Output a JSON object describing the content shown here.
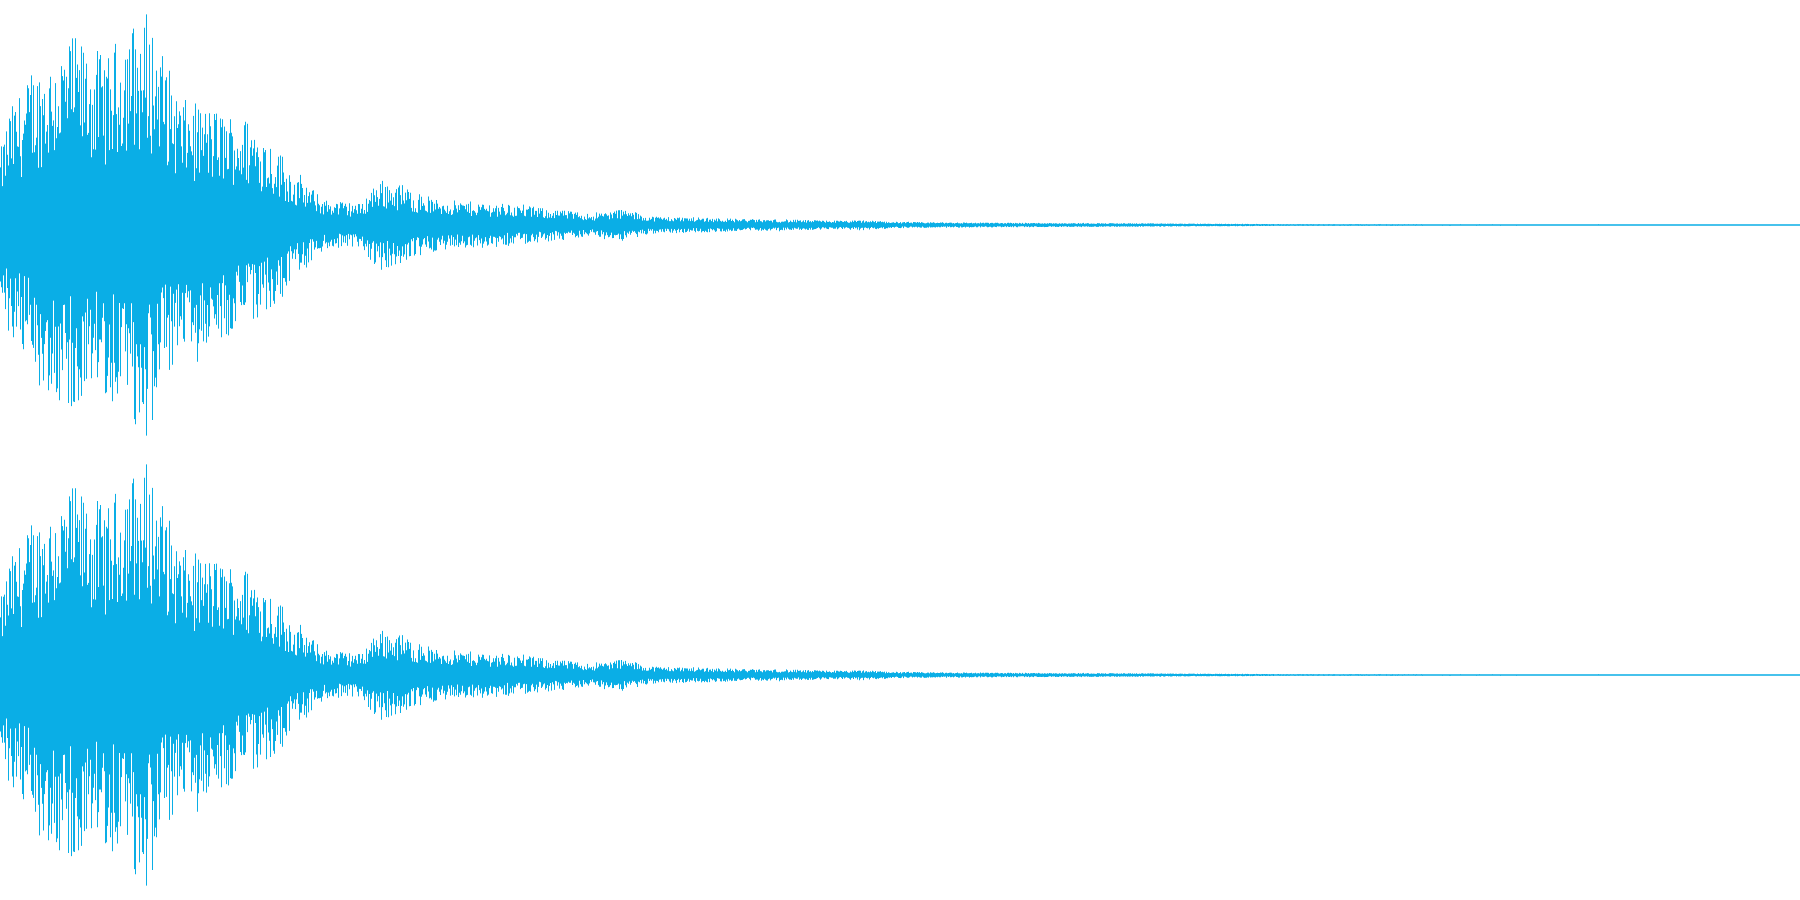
{
  "waveform": {
    "color": "#0aaee6",
    "background": "#ffffff",
    "channels": [
      {
        "id": "left"
      },
      {
        "id": "right"
      }
    ],
    "envelope_keys": [
      [
        0.0,
        0.35
      ],
      [
        0.005,
        0.55
      ],
      [
        0.02,
        0.75
      ],
      [
        0.04,
        0.9
      ],
      [
        0.06,
        0.8
      ],
      [
        0.07,
        0.98
      ],
      [
        0.085,
        0.95
      ],
      [
        0.1,
        0.6
      ],
      [
        0.12,
        0.55
      ],
      [
        0.14,
        0.5
      ],
      [
        0.155,
        0.35
      ],
      [
        0.165,
        0.22
      ],
      [
        0.18,
        0.12
      ],
      [
        0.2,
        0.1
      ],
      [
        0.21,
        0.22
      ],
      [
        0.225,
        0.18
      ],
      [
        0.24,
        0.12
      ],
      [
        0.28,
        0.1
      ],
      [
        0.3,
        0.08
      ],
      [
        0.33,
        0.05
      ],
      [
        0.345,
        0.075
      ],
      [
        0.36,
        0.04
      ],
      [
        0.42,
        0.025
      ],
      [
        0.47,
        0.018
      ],
      [
        0.48,
        0.02
      ],
      [
        0.5,
        0.012
      ],
      [
        0.56,
        0.008
      ],
      [
        0.62,
        0.006
      ],
      [
        0.68,
        0.003
      ],
      [
        0.72,
        0.0015
      ],
      [
        1.0,
        0.0008
      ]
    ]
  }
}
